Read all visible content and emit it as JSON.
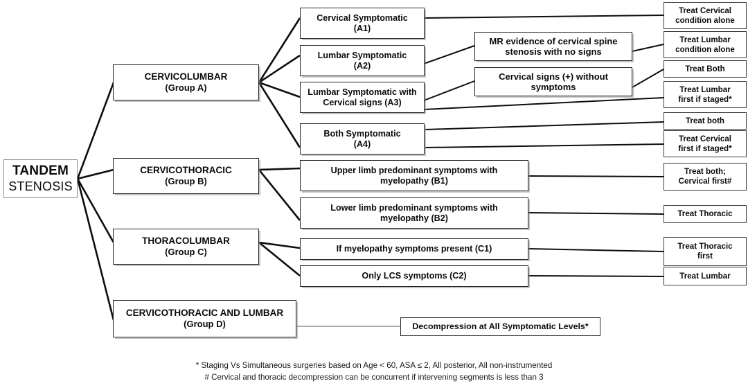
{
  "figure": {
    "type": "flowchart",
    "orientation": "left-to-right",
    "title_node": "TANDEM STENOSIS"
  },
  "root": {
    "line1": "TANDEM",
    "line2": "STENOSIS"
  },
  "groups": [
    {
      "id": "A",
      "name": "CERVICOLUMBAR",
      "label": "(Group A)"
    },
    {
      "id": "B",
      "name": "CERVICOTHORACIC",
      "label": "(Group B)"
    },
    {
      "id": "C",
      "name": "THORACOLUMBAR",
      "label": "(Group C)"
    },
    {
      "id": "D",
      "name": "CERVICOTHORACIC AND LUMBAR",
      "label": "(Group D)"
    }
  ],
  "subtypes": [
    {
      "id": "A1",
      "line1": "Cervical Symptomatic",
      "line2": "(A1)"
    },
    {
      "id": "A2",
      "line1": "Lumbar Symptomatic",
      "line2": "(A2)"
    },
    {
      "id": "A3",
      "line1": "Lumbar Symptomatic with",
      "line2": "Cervical signs (A3)"
    },
    {
      "id": "A4",
      "line1": "Both Symptomatic",
      "line2": "(A4)"
    },
    {
      "id": "B1",
      "line1": "Upper limb predominant symptoms with",
      "line2": "myelopathy (B1)"
    },
    {
      "id": "B2",
      "line1": "Lower limb predominant symptoms with",
      "line2": "myelopathy (B2)"
    },
    {
      "id": "C1",
      "line1": "If myelopathy symptoms present (C1)",
      "line2": ""
    },
    {
      "id": "C2",
      "line1": "Only LCS symptoms (C2)",
      "line2": ""
    }
  ],
  "conditions": [
    {
      "id": "MR",
      "line1": "MR evidence of cervical spine",
      "line2": "stenosis with no signs"
    },
    {
      "id": "SIGNS",
      "line1": "Cervical signs (+) without",
      "line2": "symptoms"
    }
  ],
  "outcomes": [
    {
      "id": "O1",
      "line1": "Treat Cervical",
      "line2": "condition alone"
    },
    {
      "id": "O2",
      "line1": "Treat Lumbar",
      "line2": "condition alone"
    },
    {
      "id": "O3",
      "line1": "Treat Both",
      "line2": ""
    },
    {
      "id": "O4",
      "line1": "Treat Lumbar",
      "line2": "first if staged*"
    },
    {
      "id": "O5",
      "line1": "Treat both",
      "line2": ""
    },
    {
      "id": "O6",
      "line1": "Treat Cervical",
      "line2": "first if staged*"
    },
    {
      "id": "O7",
      "line1": "Treat both;",
      "line2": "Cervical first#"
    },
    {
      "id": "O8",
      "line1": "Treat Thoracic",
      "line2": ""
    },
    {
      "id": "O9",
      "line1": "Treat Thoracic",
      "line2": "first"
    },
    {
      "id": "O10",
      "line1": "Treat Lumbar",
      "line2": ""
    }
  ],
  "group_d_outcome": {
    "text": "Decompression at All Symptomatic Levels*"
  },
  "footnotes": {
    "line1": "* Staging Vs Simultaneous surgeries based on Age < 60, ASA ≤ 2, All posterior, All non-instrumented",
    "line2": "# Cervical and thoracic decompression can be concurrent if intervening segments is less than 3"
  },
  "colors": {
    "stroke": "#0d0d0d",
    "border": "#262626",
    "background": "#ffffff",
    "text": "#0a0a0a",
    "faint_edge": "#575757"
  }
}
